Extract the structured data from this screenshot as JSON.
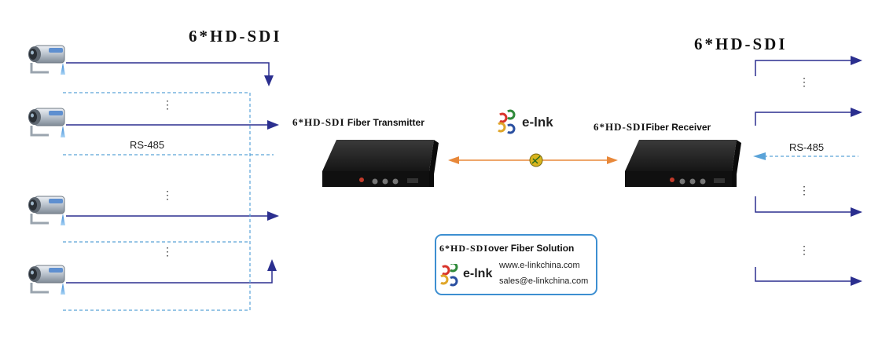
{
  "diagram": {
    "left_title": "6*HD-SDI",
    "right_title": "6*HD-SDI",
    "transmitter": {
      "prefix": "6*HD-SDI",
      "label": "Fiber Transmitter"
    },
    "receiver": {
      "prefix": "6*HD-SDI",
      "label": "Fiber Receiver"
    },
    "left_rs485": "RS-485",
    "right_rs485": "RS-485",
    "ellipsis": "⋮",
    "brand": {
      "name": "e-lnk"
    },
    "solution": {
      "title_prefix": "6*HD-SDI",
      "title": "over Fiber Solution",
      "brand": "e-lnk",
      "website": "www.e-linkchina.com",
      "email": "sales@e-linkchina.com"
    },
    "colors": {
      "video_line": "#2b2f8f",
      "data_line": "#5aa3d8",
      "fiber_line": "#e8883a",
      "box_border": "#3d8fd1",
      "device_body": "#1c1c1c"
    },
    "cameras": [
      {
        "icon": "camera-icon"
      },
      {
        "icon": "camera-icon"
      },
      {
        "icon": "camera-icon"
      },
      {
        "icon": "camera-icon"
      }
    ]
  }
}
